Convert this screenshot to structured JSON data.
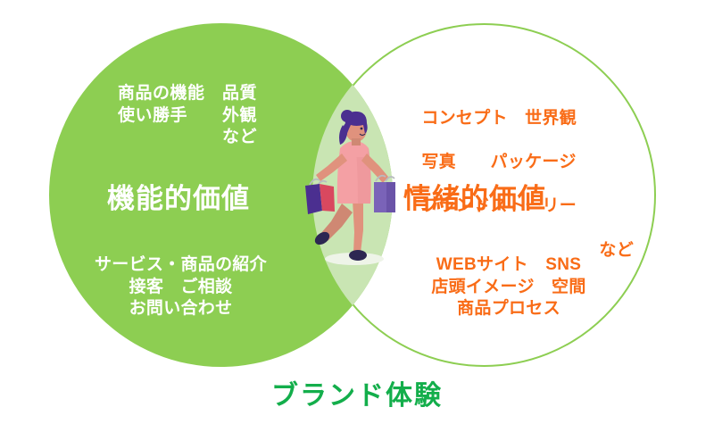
{
  "diagram": {
    "type": "venn",
    "colors": {
      "fill_green": "#8dce52",
      "overlap_green": "#c9e5b3",
      "orange_text": "#f96c17",
      "caption_green": "#13ae4b",
      "white_text": "#ffffff"
    },
    "left_circle": {
      "title": "機能的価値",
      "top_items": "商品の機能　品質\n使い勝手　　外観\n　　　　　　など",
      "bottom_items": "サービス・商品の紹介\n接客　ご相談\nお問い合わせ"
    },
    "right_circle": {
      "title": "情緒的価値",
      "top_items_line1": "コンセプト　世界観",
      "top_items_line2": "写真　　パッケージ",
      "top_items_line3": "ブランドストーリー",
      "top_items_line4": "など",
      "bottom_items": "WEBサイト　SNS\n店頭イメージ　空間\n商品プロセス"
    },
    "caption": "ブランド体験",
    "illustration": {
      "name": "shopping-woman-illustration",
      "description": "woman walking with shopping bags",
      "hair_color": "#4b2f90",
      "dress_color": "#f4a0a4",
      "skin_color": "#e0927d",
      "left_bag_color": "#d9485f",
      "left_bag_side_color": "#4b2f90",
      "right_bag_color": "#7a63b8",
      "shoe_color": "#2d2752",
      "backdrop_color": "#c9e5b3"
    }
  }
}
